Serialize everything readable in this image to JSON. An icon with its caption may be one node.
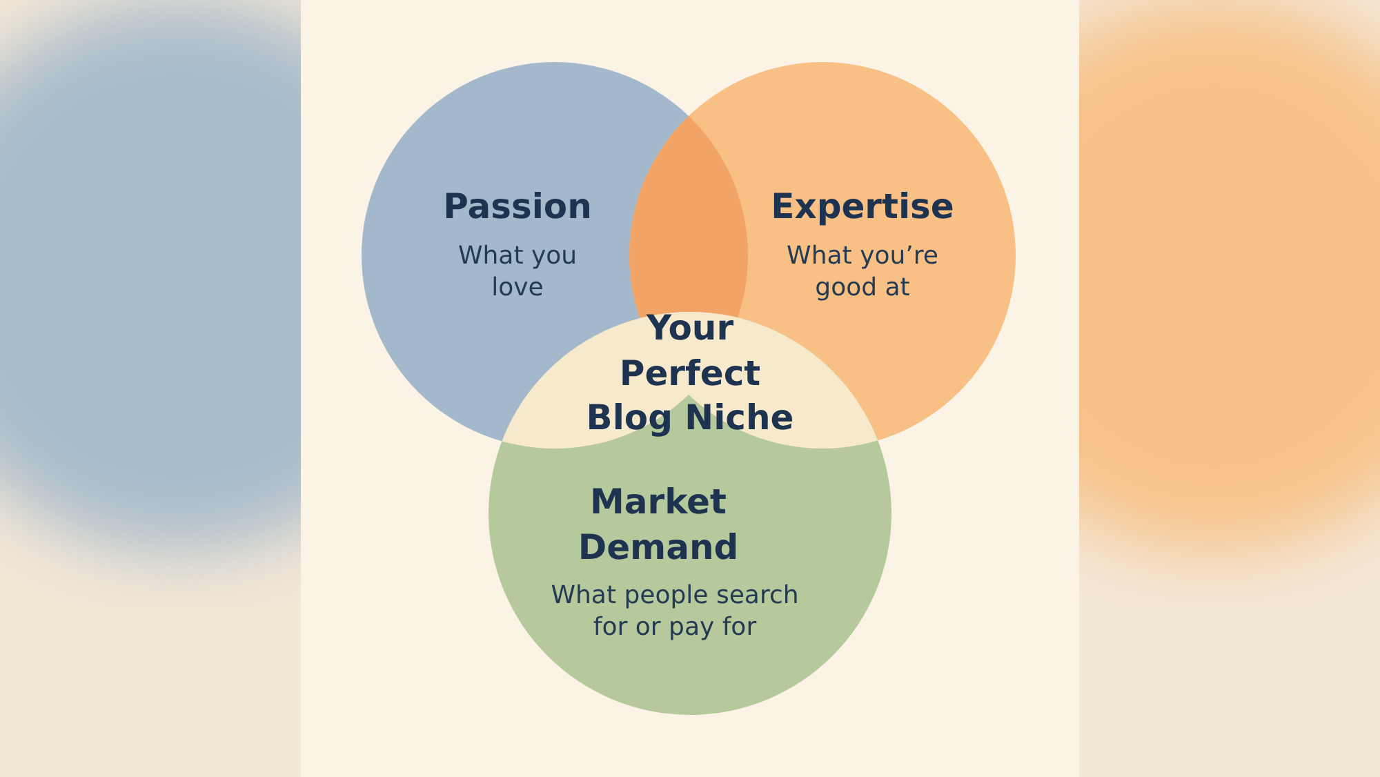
{
  "diagram": {
    "nodes": [
      {
        "text": [
          "Passion",
          "What you love"
        ]
      },
      {
        "text": [
          "Expertise",
          "What you’re good at"
        ]
      },
      {
        "text": [
          "Your Perfect Blog Niche"
        ]
      },
      {
        "text": [
          "Market Demand",
          "What people search for or pay for"
        ]
      }
    ]
  }
}
